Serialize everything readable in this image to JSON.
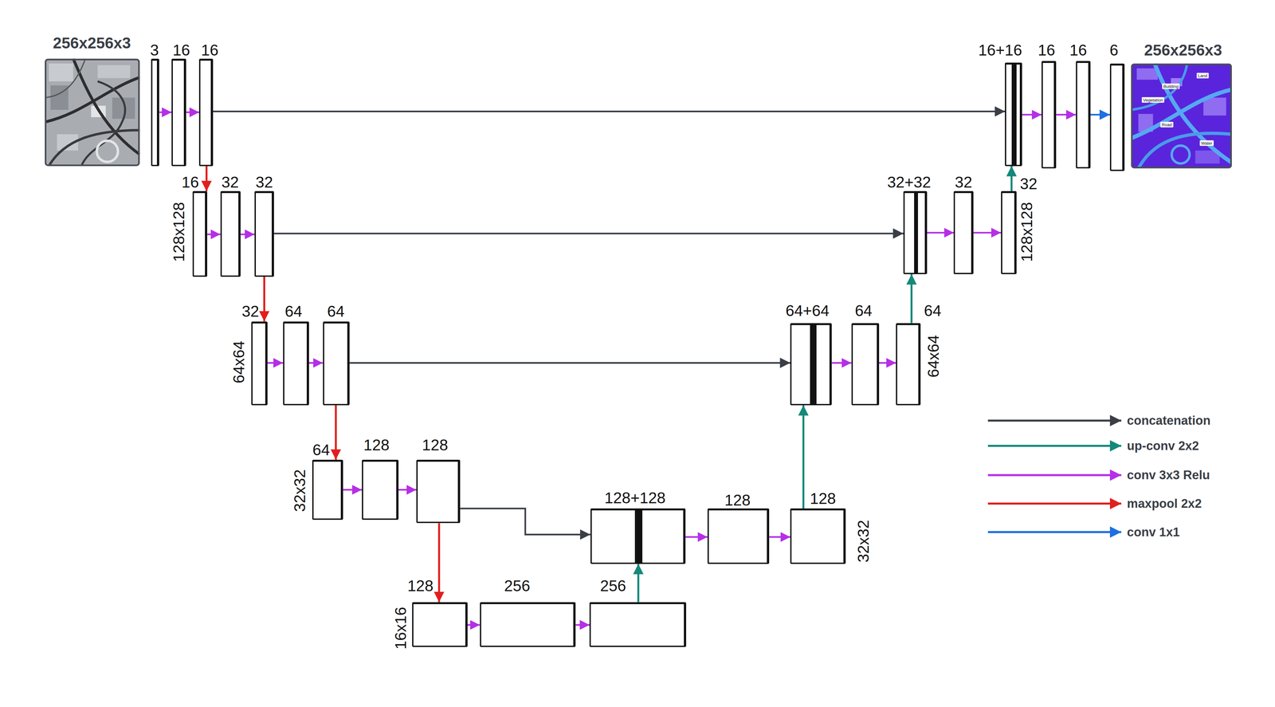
{
  "diagram": {
    "nodes": [
      {
        "text": [
          "256x256x3"
        ]
      },
      {
        "text": [
          "3"
        ]
      },
      {
        "text": [
          "16"
        ]
      },
      {
        "text": [
          "16"
        ]
      },
      {
        "text": [
          "16+16"
        ]
      },
      {
        "text": [
          "16"
        ]
      },
      {
        "text": [
          "16"
        ]
      },
      {
        "text": [
          "6"
        ]
      },
      {
        "text": [
          "256x256x3"
        ]
      },
      {
        "text": [
          "16"
        ]
      },
      {
        "text": [
          "32"
        ]
      },
      {
        "text": [
          "32"
        ]
      },
      {
        "text": [
          "32+32"
        ]
      },
      {
        "text": [
          "32"
        ]
      },
      {
        "text": [
          "32"
        ]
      },
      {
        "text": [
          "32"
        ]
      },
      {
        "text": [
          "64"
        ]
      },
      {
        "text": [
          "64"
        ]
      },
      {
        "text": [
          "64+64"
        ]
      },
      {
        "text": [
          "64"
        ]
      },
      {
        "text": [
          "64"
        ]
      },
      {
        "text": [
          "64"
        ]
      },
      {
        "text": [
          "128"
        ]
      },
      {
        "text": [
          "128"
        ]
      },
      {
        "text": [
          "128+128"
        ]
      },
      {
        "text": [
          "128"
        ]
      },
      {
        "text": [
          "128"
        ]
      },
      {
        "text": [
          "128"
        ]
      },
      {
        "text": [
          "256"
        ]
      },
      {
        "text": [
          "256"
        ]
      }
    ],
    "edges": [
      {
        "from": 1,
        "to": 2,
        "arrow": "to"
      },
      {
        "from": 2,
        "to": 3,
        "arrow": "to"
      },
      {
        "from": 3,
        "to": 4,
        "arrow": "to"
      },
      {
        "from": 4,
        "to": 5,
        "arrow": "to"
      },
      {
        "from": 5,
        "to": 6,
        "arrow": "to"
      },
      {
        "from": 6,
        "to": 7,
        "arrow": "to"
      },
      {
        "from": 3,
        "to": 9,
        "arrow": "to"
      },
      {
        "from": 9,
        "to": 10,
        "arrow": "to"
      },
      {
        "from": 10,
        "to": 11,
        "arrow": "to"
      },
      {
        "from": 11,
        "to": 12,
        "arrow": "to"
      },
      {
        "from": 12,
        "to": 13,
        "arrow": "to"
      },
      {
        "from": 13,
        "to": 14,
        "arrow": "to"
      },
      {
        "from": 14,
        "to": 4,
        "arrow": "to"
      },
      {
        "from": 11,
        "to": 15,
        "arrow": "to"
      },
      {
        "from": 15,
        "to": 16,
        "arrow": "to"
      },
      {
        "from": 16,
        "to": 17,
        "arrow": "to"
      },
      {
        "from": 17,
        "to": 18,
        "arrow": "to"
      },
      {
        "from": 18,
        "to": 19,
        "arrow": "to"
      },
      {
        "from": 19,
        "to": 20,
        "arrow": "to"
      },
      {
        "from": 20,
        "to": 12,
        "arrow": "to"
      },
      {
        "from": 17,
        "to": 21,
        "arrow": "to"
      },
      {
        "from": 21,
        "to": 22,
        "arrow": "to"
      },
      {
        "from": 22,
        "to": 23,
        "arrow": "to"
      },
      {
        "from": 23,
        "to": 24,
        "arrow": "to"
      },
      {
        "from": 24,
        "to": 25,
        "arrow": "to"
      },
      {
        "from": 25,
        "to": 26,
        "arrow": "to"
      },
      {
        "from": 26,
        "to": 18,
        "arrow": "to"
      },
      {
        "from": 23,
        "to": 27,
        "arrow": "to"
      },
      {
        "from": 27,
        "to": 28,
        "arrow": "to"
      },
      {
        "from": 28,
        "to": 29,
        "arrow": "to"
      },
      {
        "from": 29,
        "to": 24,
        "arrow": "to"
      }
    ],
    "labels": [
      "128x128",
      "128x128",
      "64x64",
      "64x64",
      "32x32",
      "32x32",
      "16x16",
      "Land",
      "Building",
      "Vegetation",
      "Road",
      "Water"
    ],
    "legend": [
      {
        "text": "concatenation"
      },
      {
        "text": "up-conv 2x2"
      },
      {
        "text": "conv 3x3 Relu"
      },
      {
        "text": "maxpool 2x2"
      },
      {
        "text": "conv 1x1"
      }
    ]
  }
}
